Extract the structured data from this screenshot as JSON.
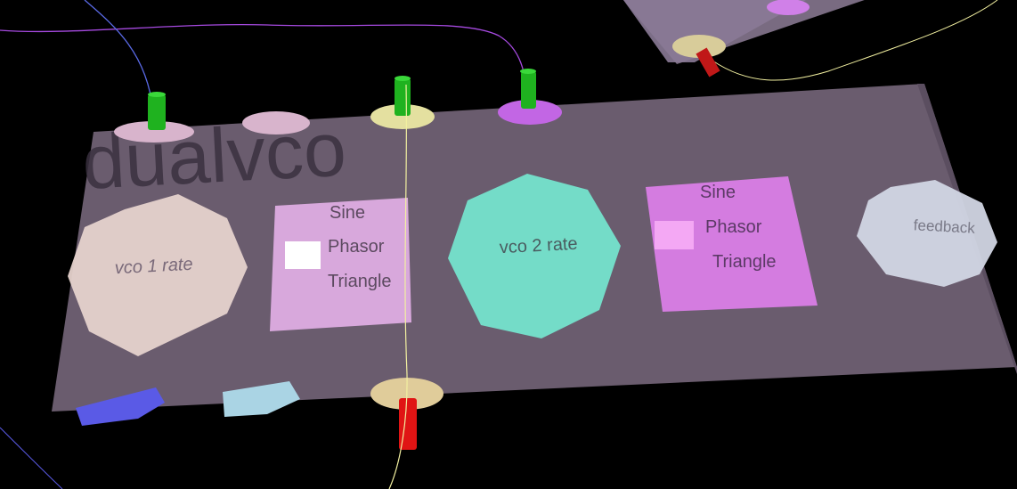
{
  "module": {
    "title": "dualvco"
  },
  "knobs": {
    "vco1_rate": "vco 1 rate",
    "vco2_rate": "vco 2 rate",
    "feedback": "feedback"
  },
  "waveform_selector_1": {
    "options": [
      "Sine",
      "Phasor",
      "Triangle"
    ]
  },
  "waveform_selector_2": {
    "options": [
      "Sine",
      "Phasor",
      "Triangle"
    ]
  },
  "colors": {
    "background": "#000000",
    "module_panel": "#6a5c6e",
    "vco1_knob": "#e6d2cc",
    "vco2_knob": "#74dcc8",
    "feedback_knob": "#d2d6e4",
    "selector1": "#d8a8dc",
    "selector2": "#d47ce0",
    "inlet_green": "#1fb21f",
    "outlet_red": "#e01414",
    "cable_purple": "#a64ae0",
    "cable_blue": "#5a5ae6",
    "cable_yellow": "#f2f0a0"
  }
}
